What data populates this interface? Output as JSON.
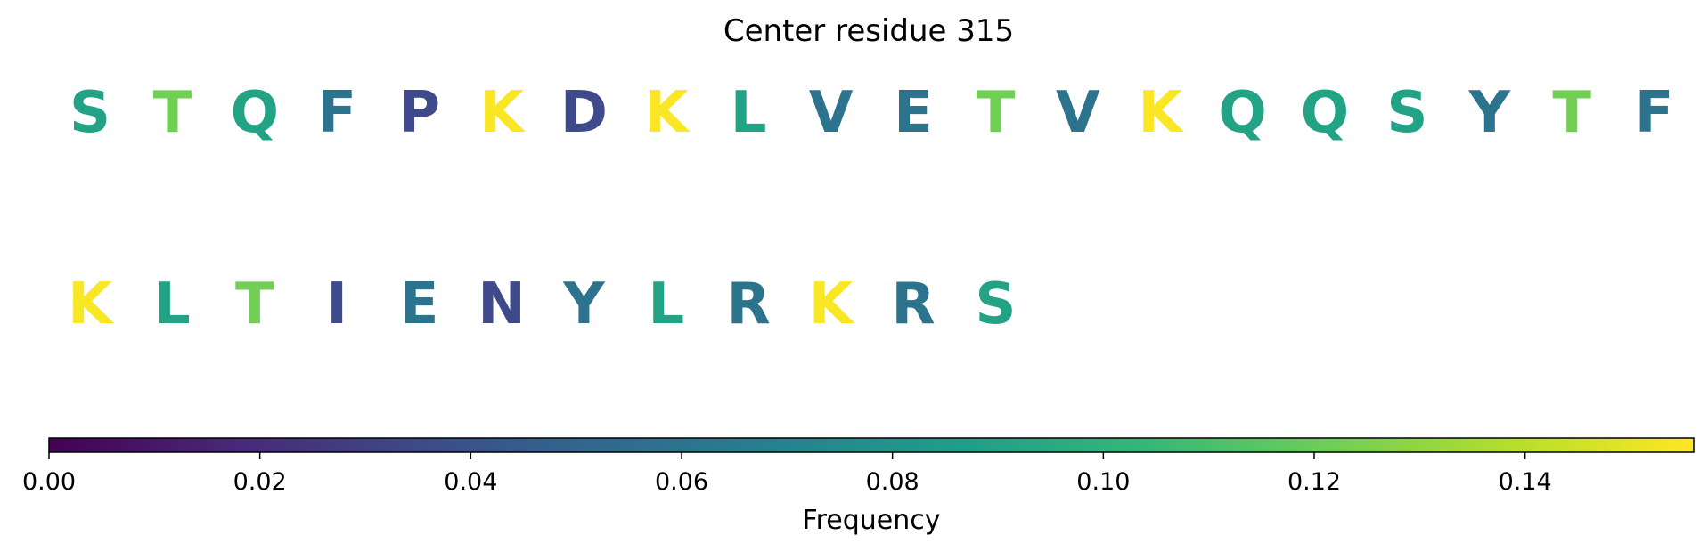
{
  "chart_data": {
    "type": "sequence-logo",
    "title": "Center residue 315",
    "residues": [
      {
        "letter": "S",
        "frequency": 0.09
      },
      {
        "letter": "T",
        "frequency": 0.122
      },
      {
        "letter": "Q",
        "frequency": 0.09
      },
      {
        "letter": "F",
        "frequency": 0.06
      },
      {
        "letter": "P",
        "frequency": 0.035
      },
      {
        "letter": "K",
        "frequency": 0.155
      },
      {
        "letter": "D",
        "frequency": 0.035
      },
      {
        "letter": "K",
        "frequency": 0.155
      },
      {
        "letter": "L",
        "frequency": 0.09
      },
      {
        "letter": "V",
        "frequency": 0.06
      },
      {
        "letter": "E",
        "frequency": 0.06
      },
      {
        "letter": "T",
        "frequency": 0.122
      },
      {
        "letter": "V",
        "frequency": 0.06
      },
      {
        "letter": "K",
        "frequency": 0.155
      },
      {
        "letter": "Q",
        "frequency": 0.09
      },
      {
        "letter": "Q",
        "frequency": 0.09
      },
      {
        "letter": "S",
        "frequency": 0.09
      },
      {
        "letter": "Y",
        "frequency": 0.06
      },
      {
        "letter": "T",
        "frequency": 0.122
      },
      {
        "letter": "F",
        "frequency": 0.06
      },
      {
        "letter": "K",
        "frequency": 0.155
      },
      {
        "letter": "L",
        "frequency": 0.09
      },
      {
        "letter": "T",
        "frequency": 0.122
      },
      {
        "letter": "I",
        "frequency": 0.035
      },
      {
        "letter": "E",
        "frequency": 0.06
      },
      {
        "letter": "N",
        "frequency": 0.035
      },
      {
        "letter": "Y",
        "frequency": 0.06
      },
      {
        "letter": "L",
        "frequency": 0.09
      },
      {
        "letter": "R",
        "frequency": 0.06
      },
      {
        "letter": "K",
        "frequency": 0.155
      },
      {
        "letter": "R",
        "frequency": 0.06
      },
      {
        "letter": "S",
        "frequency": 0.09
      }
    ],
    "colorbar": {
      "label": "Frequency",
      "colormap": "viridis",
      "range": [
        0.0,
        0.156
      ],
      "ticks": [
        0.0,
        0.02,
        0.04,
        0.06,
        0.08,
        0.1,
        0.12,
        0.14
      ],
      "tick_labels": [
        "0.00",
        "0.02",
        "0.04",
        "0.06",
        "0.08",
        "0.10",
        "0.12",
        "0.14"
      ]
    }
  }
}
